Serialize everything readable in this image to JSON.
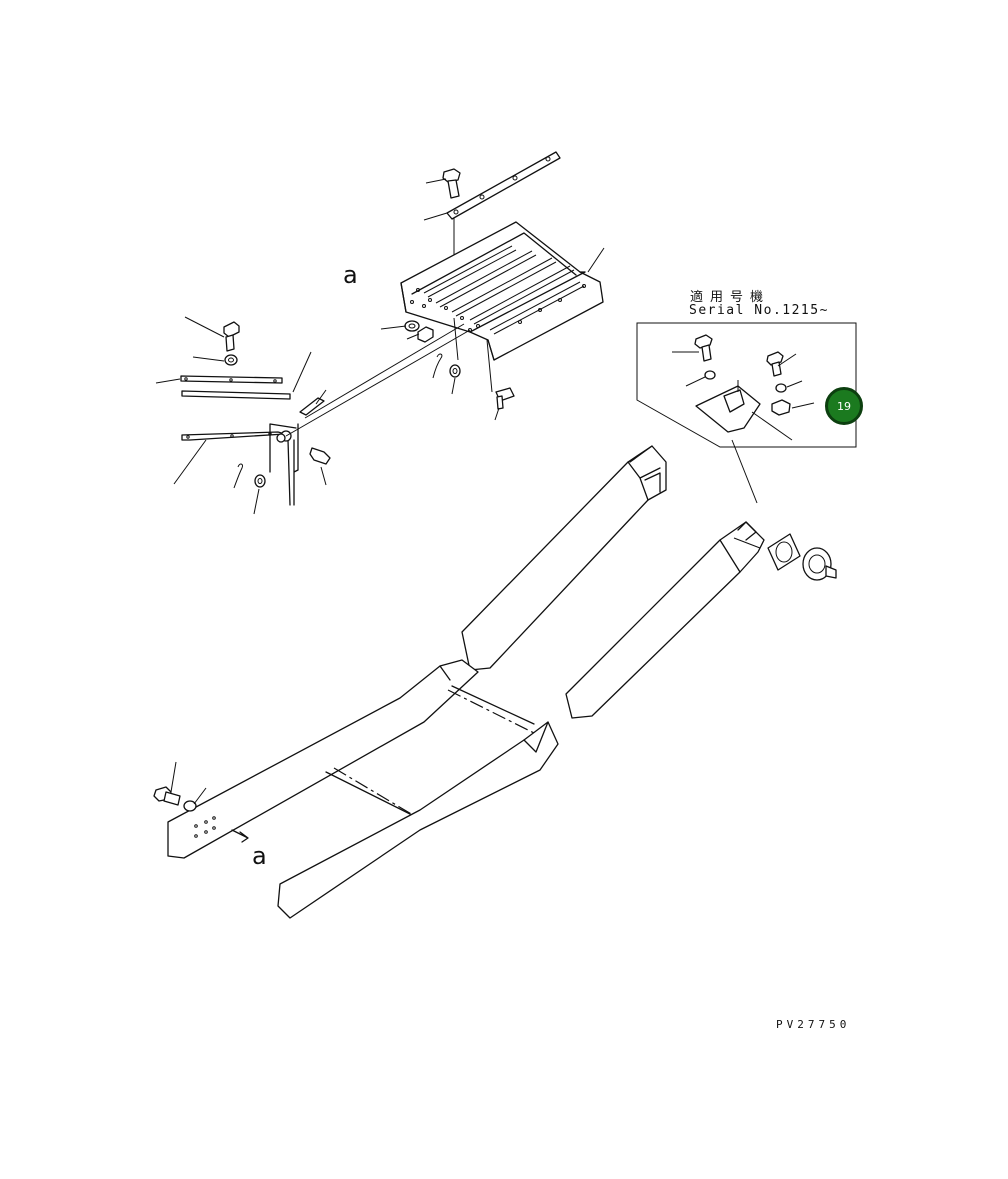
{
  "applicability_note": {
    "title": "適用号機",
    "serial": "Serial No.1215~"
  },
  "callout_badge": "19",
  "reference_marks": [
    "a",
    "a"
  ],
  "drawing_code": "PV27750",
  "colors": {
    "line": "#111111",
    "badge_fill": "#1b7a1f",
    "badge_text": "#ffffff"
  }
}
